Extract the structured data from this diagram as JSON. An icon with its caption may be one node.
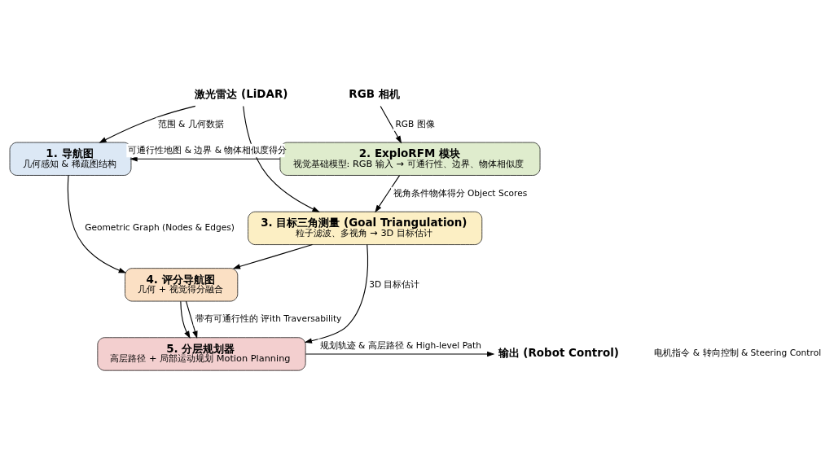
{
  "diagram": {
    "nodes": [
      {
        "text": [
          "激光雷达 (LiDAR)"
        ]
      },
      {
        "text": [
          "RGB 相机"
        ]
      },
      {
        "text": [
          "1. 导航图",
          "几何感知 & 稀疏图结构"
        ]
      },
      {
        "text": [
          "2. ExploRFM 模块",
          "视觉基础模型: RGB 输入 → 可通行性、边界、物体相似度"
        ]
      },
      {
        "text": [
          "3. 目标三角测量 (Goal Triangulation)",
          "粒子滤波、多视角 → 3D 目标估计"
        ]
      },
      {
        "text": [
          "4. 评分导航图",
          "几何 + 视觉得分融合"
        ]
      },
      {
        "text": [
          "5. 分层规划器",
          "高层路径 + 局部运动规划 Motion Planning"
        ]
      },
      {
        "text": [
          "输出 (Robot Control)"
        ]
      }
    ],
    "edges": [
      {
        "from": 0,
        "to": 2,
        "arrow": "to",
        "label": "范围 & 几何数据"
      },
      {
        "from": 0,
        "to": 4,
        "arrow": "to"
      },
      {
        "from": 1,
        "to": 3,
        "arrow": "to",
        "label": "RGB 图像"
      },
      {
        "from": 3,
        "to": 2,
        "arrow": "to",
        "label": "可通行性地图 & 边界 & 物体相似度得分"
      },
      {
        "from": 3,
        "to": 4,
        "arrow": "to",
        "label": "视角条件物体得分 Object Scores"
      },
      {
        "from": 2,
        "to": 5,
        "arrow": "to",
        "label": "Geometric Graph (Nodes & Edges)"
      },
      {
        "from": 4,
        "to": 5,
        "arrow": "to"
      },
      {
        "from": 4,
        "to": 6,
        "arrow": "to",
        "label": "3D 目标估计"
      },
      {
        "from": 5,
        "to": 6,
        "arrow": "to",
        "label": "带有可通行性的 评ith Traversability"
      },
      {
        "from": 5,
        "to": 6,
        "arrow": "to"
      },
      {
        "from": 6,
        "to": 7,
        "arrow": "to",
        "label": "规划轨迹 & 高层路径 & High-level Path"
      }
    ],
    "labels": [
      "电机指令 & 转向控制 & Steering Control"
    ]
  }
}
